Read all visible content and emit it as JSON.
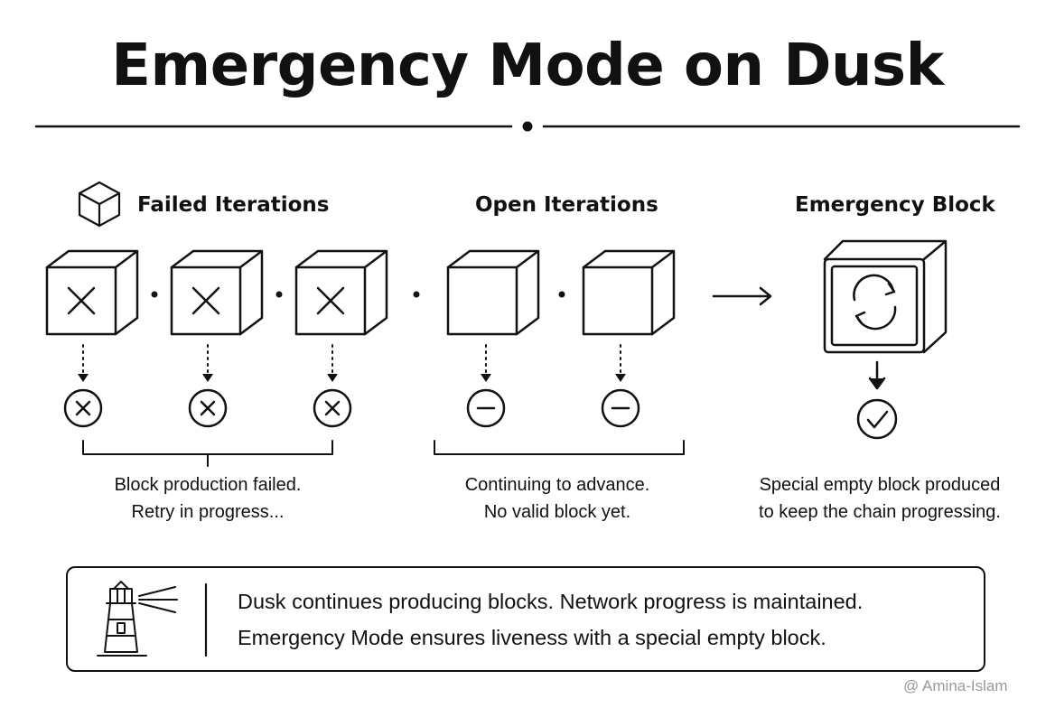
{
  "title": "Emergency Mode on Dusk",
  "sections": {
    "failed": {
      "heading": "Failed Iterations",
      "caption_line1": "Block production failed.",
      "caption_line2": "Retry in progress..."
    },
    "open": {
      "heading": "Open Iterations",
      "caption_line1": "Continuing to advance.",
      "caption_line2": "No valid block yet."
    },
    "emergency": {
      "heading": "Emergency Block",
      "caption_line1": "Special empty block produced",
      "caption_line2": "to keep the chain progressing."
    }
  },
  "info": {
    "line1": "Dusk continues producing blocks. Network progress is maintained.",
    "line2": "Emergency Mode ensures liveness with a special empty block."
  },
  "watermark": "@ Amina-Islam",
  "icons": {
    "failed_block": "x-mark-cube-icon",
    "failed_status": "x-circle-icon",
    "open_block": "empty-cube-icon",
    "open_status": "minus-circle-icon",
    "emergency_block": "refresh-block-icon",
    "emergency_status": "check-circle-icon",
    "section_icon": "cube-icon",
    "info_icon": "lighthouse-icon"
  },
  "colors": {
    "ink": "#111111",
    "background": "#ffffff",
    "watermark": "#9a9a9a"
  }
}
